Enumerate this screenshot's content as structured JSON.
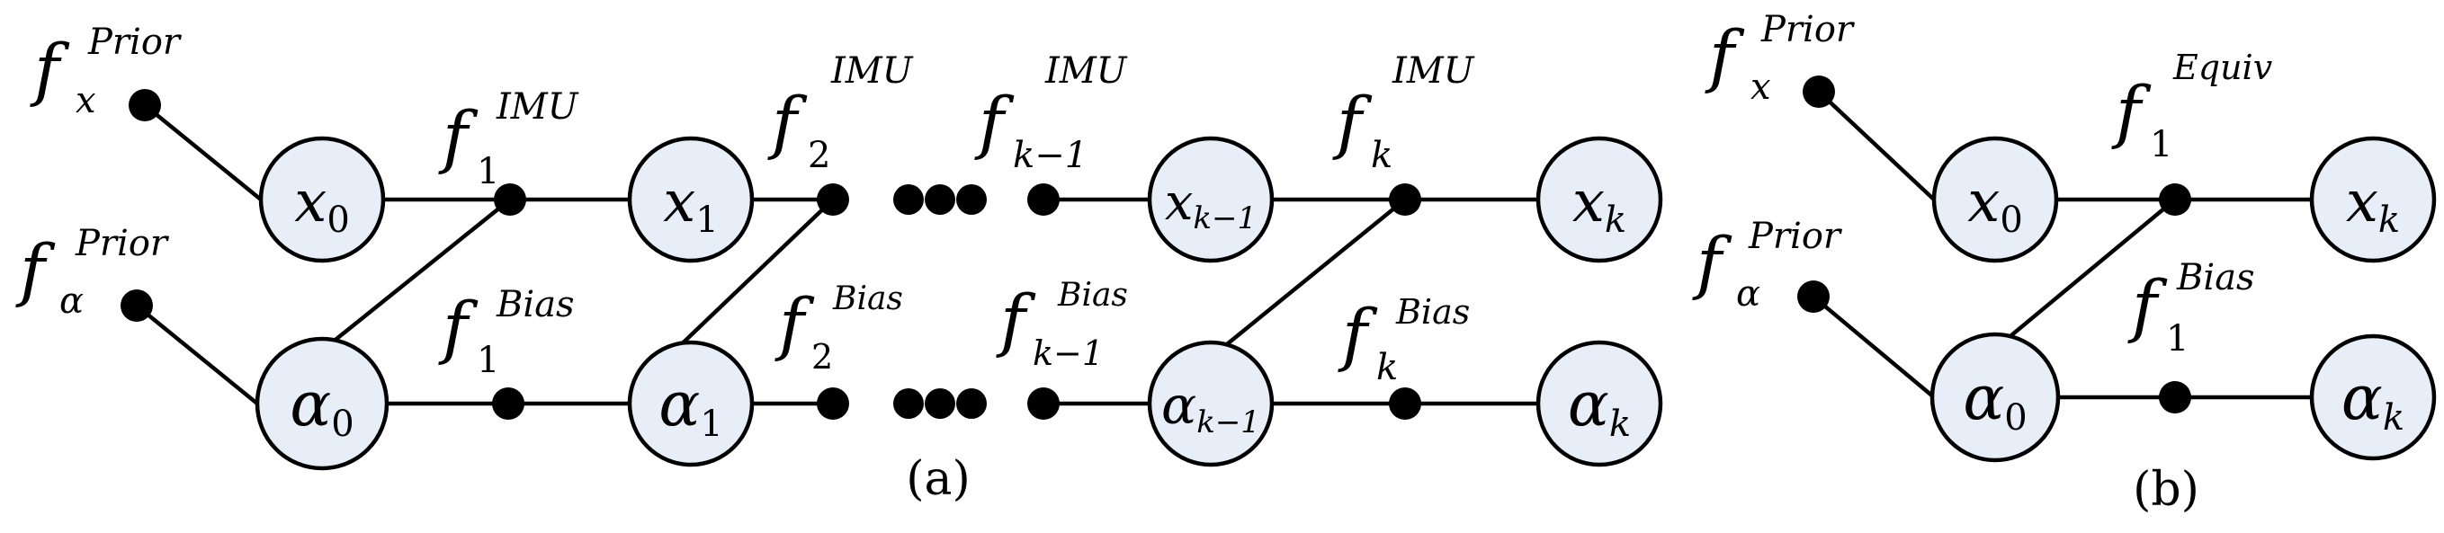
{
  "colors": {
    "node_fill": "#e8eef8",
    "stroke": "#000000",
    "background": "#ffffff"
  },
  "panel_a": {
    "caption": "(a)",
    "nodes": {
      "x0": {
        "base": "x",
        "sub": "0"
      },
      "x1": {
        "base": "x",
        "sub": "1"
      },
      "xk1": {
        "base": "x",
        "sub": "k−1"
      },
      "xk": {
        "base": "x",
        "sub": "k"
      },
      "a0": {
        "base": "α",
        "sub": "0"
      },
      "a1": {
        "base": "α",
        "sub": "1"
      },
      "ak1": {
        "base": "α",
        "sub": "k−1"
      },
      "ak": {
        "base": "α",
        "sub": "k"
      }
    },
    "factors": {
      "fxp": {
        "base": "f",
        "sub": "x",
        "sup": "Prior"
      },
      "fap": {
        "base": "f",
        "sub": "α",
        "sup": "Prior"
      },
      "fi1": {
        "base": "f",
        "sub": "1",
        "sup": "IMU"
      },
      "fi2": {
        "base": "f",
        "sub": "2",
        "sup": "IMU"
      },
      "fik1": {
        "base": "f",
        "sub": "k−1",
        "sup": "IMU"
      },
      "fik": {
        "base": "f",
        "sub": "k",
        "sup": "IMU"
      },
      "fb1": {
        "base": "f",
        "sub": "1",
        "sup": "Bias"
      },
      "fb2": {
        "base": "f",
        "sub": "2",
        "sup": "Bias"
      },
      "fbk1": {
        "base": "f",
        "sub": "k−1",
        "sup": "Bias"
      },
      "fbk": {
        "base": "f",
        "sub": "k",
        "sup": "Bias"
      }
    }
  },
  "panel_b": {
    "caption": "(b)",
    "nodes": {
      "x0": {
        "base": "x",
        "sub": "0"
      },
      "xk": {
        "base": "x",
        "sub": "k"
      },
      "a0": {
        "base": "α",
        "sub": "0"
      },
      "ak": {
        "base": "α",
        "sub": "k"
      }
    },
    "factors": {
      "fxp": {
        "base": "f",
        "sub": "x",
        "sup": "Prior"
      },
      "fap": {
        "base": "f",
        "sub": "α",
        "sup": "Prior"
      },
      "fe1": {
        "base": "f",
        "sub": "1",
        "sup": "Equiv"
      },
      "fb1": {
        "base": "f",
        "sub": "1",
        "sup": "Bias"
      }
    }
  }
}
